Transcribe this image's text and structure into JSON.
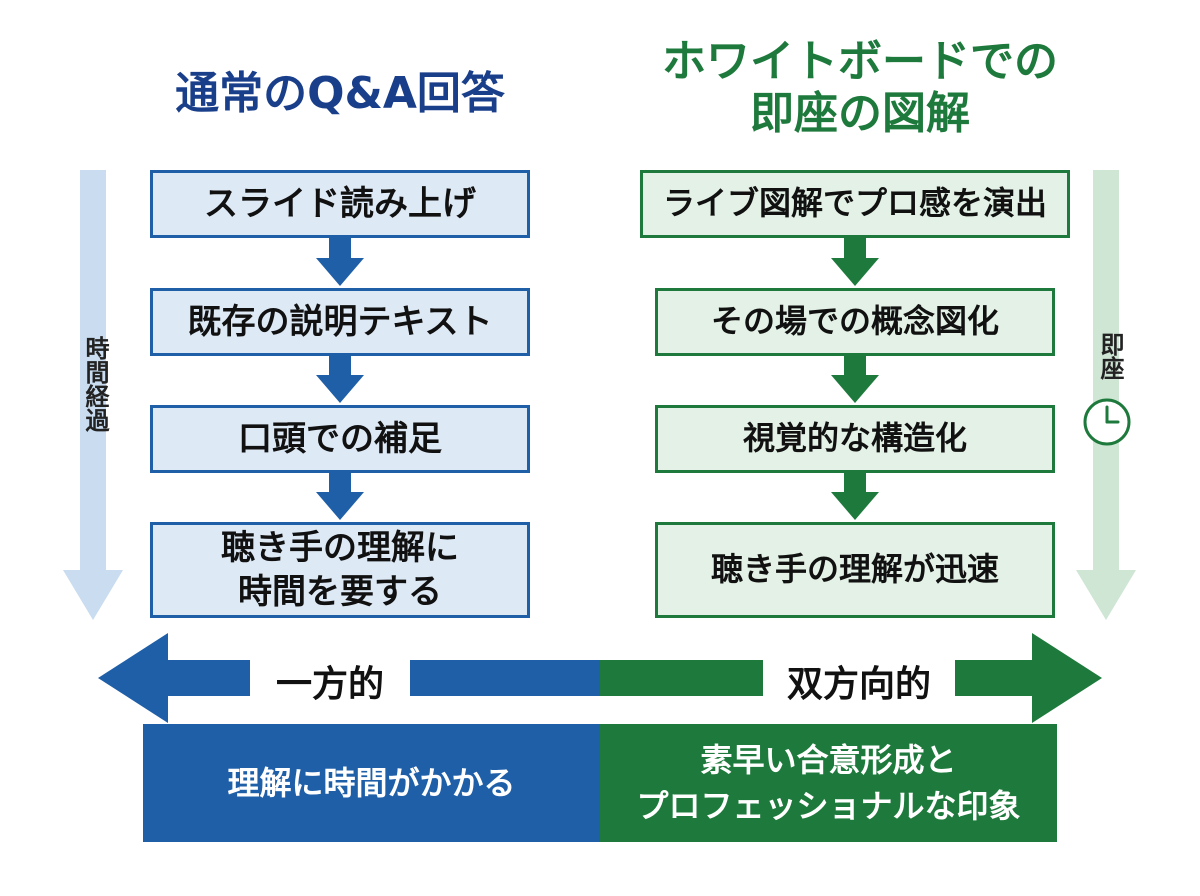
{
  "left": {
    "title": "通常のQ&A回答",
    "steps": [
      "スライド読み上げ",
      "既存の説明テキスト",
      "口頭での補足",
      "聴き手の理解に\n時間を要する"
    ],
    "side_label": "時間経過"
  },
  "right": {
    "title": "ホワイトボードでの\n即座の図解",
    "steps": [
      "ライブ図解でプロ感を演出",
      "その場での概念図化",
      "視覚的な構造化",
      "聴き手の理解が迅速"
    ],
    "side_label": "即座"
  },
  "axis": {
    "left_label": "一方的",
    "right_label": "双方向的"
  },
  "outcome": {
    "left": "理解に時間がかかる",
    "right": "素早い合意形成と\nプロフェッショナルな印象"
  },
  "colors": {
    "blue": "#1f5fa8",
    "green": "#1e7a3c",
    "light_blue": "#dde9f5",
    "light_green": "#e3f1e6"
  },
  "icons": [
    "clock-icon"
  ]
}
